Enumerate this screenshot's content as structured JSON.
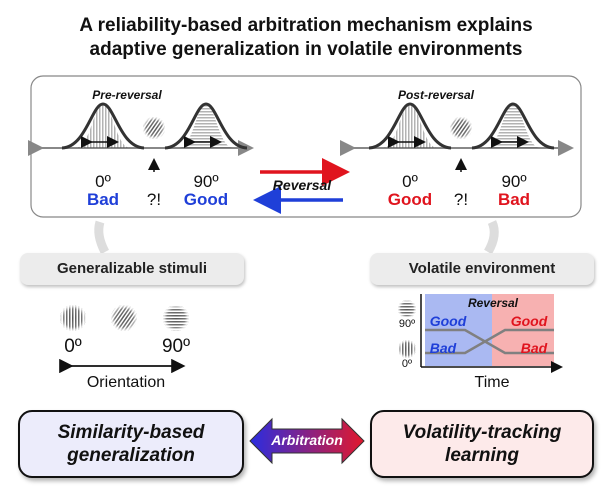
{
  "title": {
    "line1": "A reliability-based arbitration mechanism explains",
    "line2": "adaptive generalization in volatile environments"
  },
  "panel": {
    "pre_label": "Pre-reversal",
    "post_label": "Post-reversal",
    "reversal_label": "Reversal",
    "pre": {
      "left_angle": "0º",
      "left_value": "Bad",
      "middle": "?!",
      "right_angle": "90º",
      "right_value": "Good"
    },
    "post": {
      "left_angle": "0º",
      "left_value": "Good",
      "middle": "?!",
      "right_angle": "90º",
      "right_value": "Bad"
    }
  },
  "left_section": {
    "header": "Generalizable stimuli",
    "angle_low": "0º",
    "angle_high": "90º",
    "axis_label": "Orientation"
  },
  "right_section": {
    "header": "Volatile environment",
    "reversal_label": "Reversal",
    "good_left": "Good",
    "bad_left": "Bad",
    "good_right": "Good",
    "bad_right": "Bad",
    "tick_90": "90º",
    "tick_0": "0º",
    "axis_label": "Time"
  },
  "bottom": {
    "left_box": "Similarity-based generalization",
    "right_box": "Volatility-tracking learning",
    "arbitration": "Arbitration"
  },
  "colors": {
    "blue": "#1f3fd8",
    "red": "#e0141e",
    "blue_bg": "#aab9f2",
    "red_bg": "#f7b1b1",
    "left_box_bg": "#ececfb",
    "right_box_bg": "#fdeaea"
  }
}
